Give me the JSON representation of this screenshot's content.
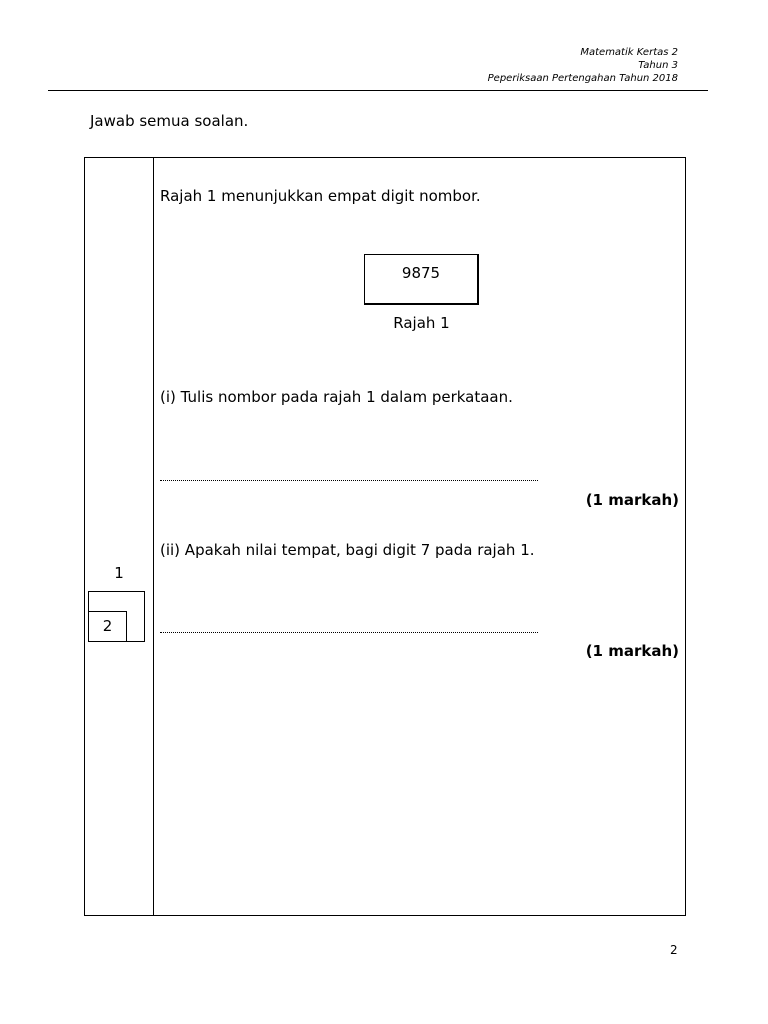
{
  "header": {
    "line1": "Matematik Kertas 2",
    "line2": "Tahun 3",
    "line3": "Peperiksaan Pertengahan Tahun 2018"
  },
  "instruction": "Jawab semua soalan.",
  "question": {
    "number": "1",
    "marks_total": "2",
    "intro": "Rajah 1 menunjukkan empat digit nombor.",
    "figure_value": "9875",
    "figure_caption": "Rajah 1",
    "part_i": "(i) Tulis nombor pada rajah 1 dalam perkataan.",
    "part_i_marks": "(1 markah)",
    "part_ii": "(ii) Apakah nilai tempat, bagi digit 7 pada rajah 1.",
    "part_ii_marks": "(1 markah)"
  },
  "footer": {
    "page_number": "2"
  }
}
